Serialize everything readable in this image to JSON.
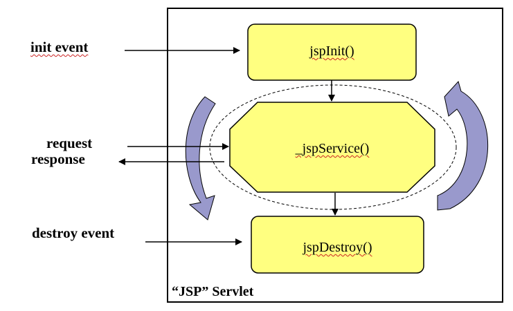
{
  "labels": {
    "init_event": "init event",
    "request": "request",
    "response": "response",
    "destroy_event": "destroy event"
  },
  "methods": {
    "init": "jspInit()",
    "service": "_jspService()",
    "destroy": "jspDestroy()"
  },
  "container_label": "“JSP” Servlet",
  "colors": {
    "method_fill": "#ffff80",
    "cycle_arrow_fill": "#9999cc",
    "stroke": "#000000"
  }
}
